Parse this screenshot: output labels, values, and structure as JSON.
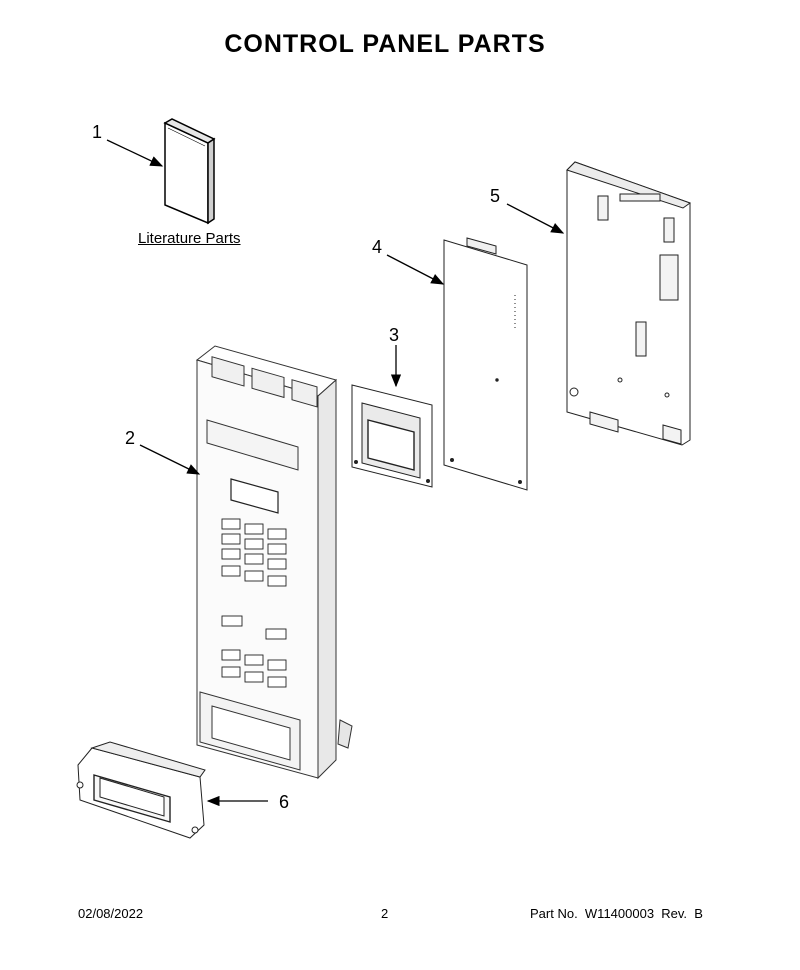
{
  "page": {
    "title": "CONTROL PANEL PARTS"
  },
  "callouts": [
    {
      "number": "1"
    },
    {
      "number": "2"
    },
    {
      "number": "3"
    },
    {
      "number": "4"
    },
    {
      "number": "5"
    },
    {
      "number": "6"
    }
  ],
  "literature_label": "Literature Parts",
  "footer": {
    "date": "02/08/2022",
    "page_number": "2",
    "part_info": "Part No.  W11400003  Rev.  B"
  }
}
